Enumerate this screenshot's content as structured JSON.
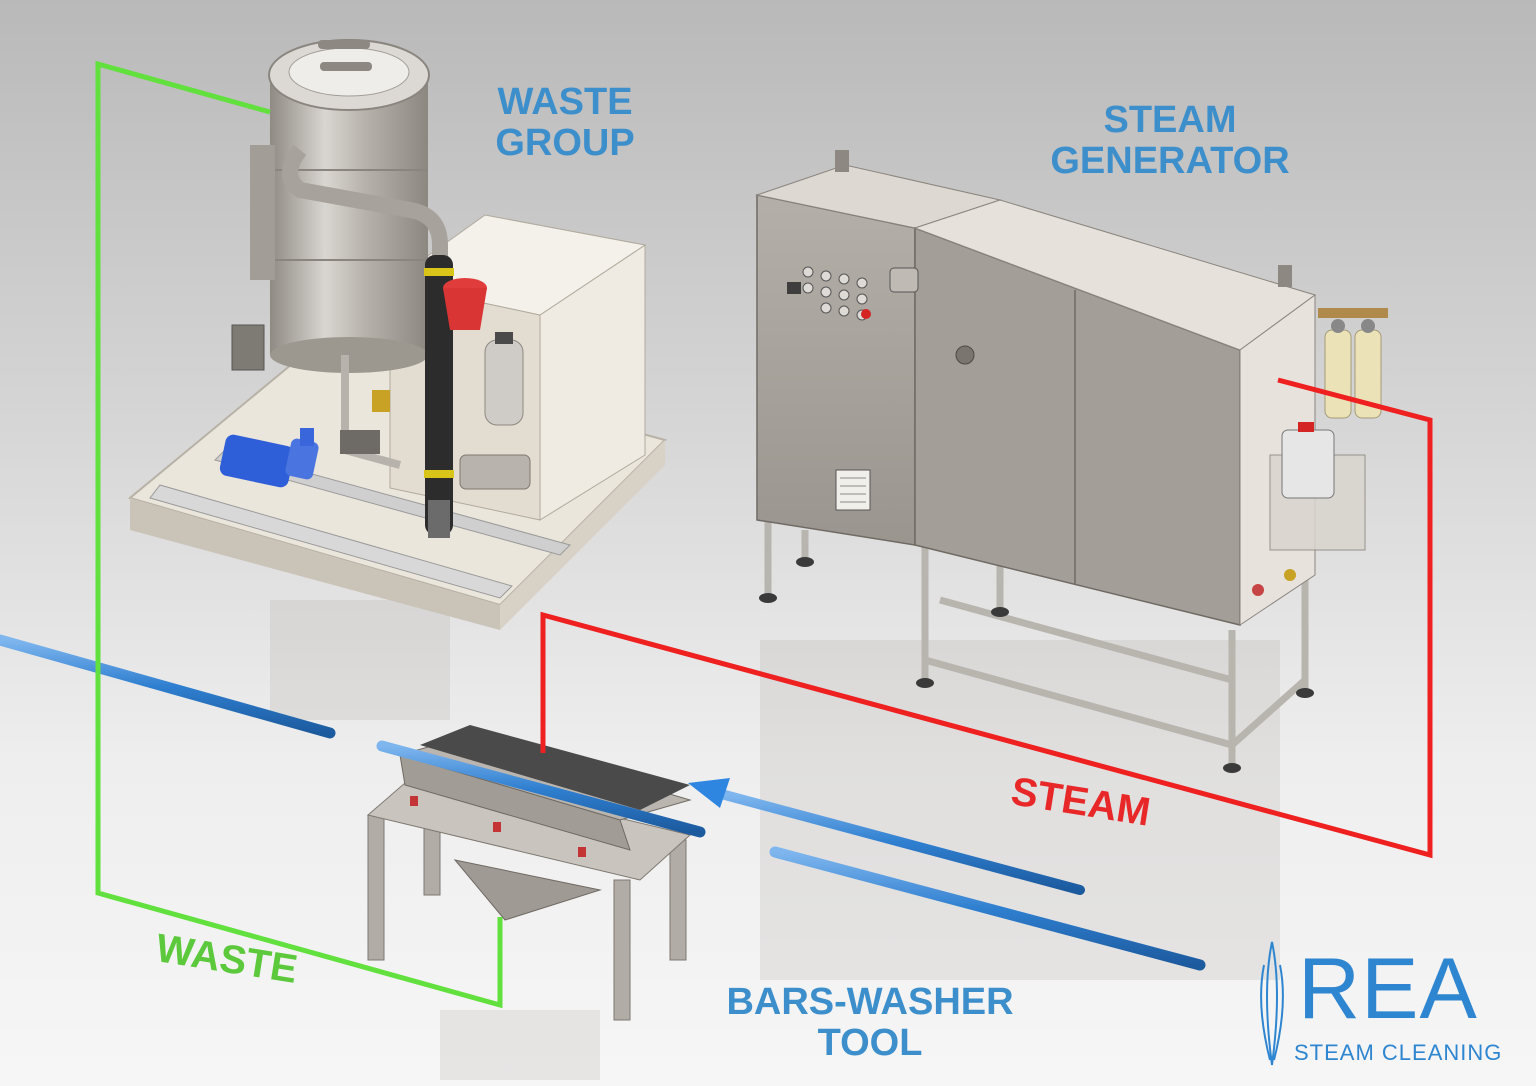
{
  "labels": {
    "waste_group": [
      "WASTE",
      "GROUP"
    ],
    "steam_generator": [
      "STEAM",
      "GENERATOR"
    ],
    "steam": "STEAM",
    "waste": "WASTE",
    "bars_washer_tool": [
      "BARS-WASHER",
      "TOOL"
    ]
  },
  "logo": {
    "name": "REA",
    "tagline": "STEAM CLEANING"
  },
  "colors": {
    "label_blue": "#3d8fcc",
    "steam_red": "#e82828",
    "waste_green": "#5cc83c",
    "bar_blue": "#2f7fd0",
    "steel": "#a8a39c",
    "cream": "#e9e4da",
    "dark_steel": "#7d7871"
  },
  "connections": [
    {
      "from": "steam-generator",
      "to": "bars-washer-tool",
      "kind": "steam"
    },
    {
      "from": "bars-washer-tool",
      "to": "waste-group",
      "kind": "waste"
    }
  ]
}
